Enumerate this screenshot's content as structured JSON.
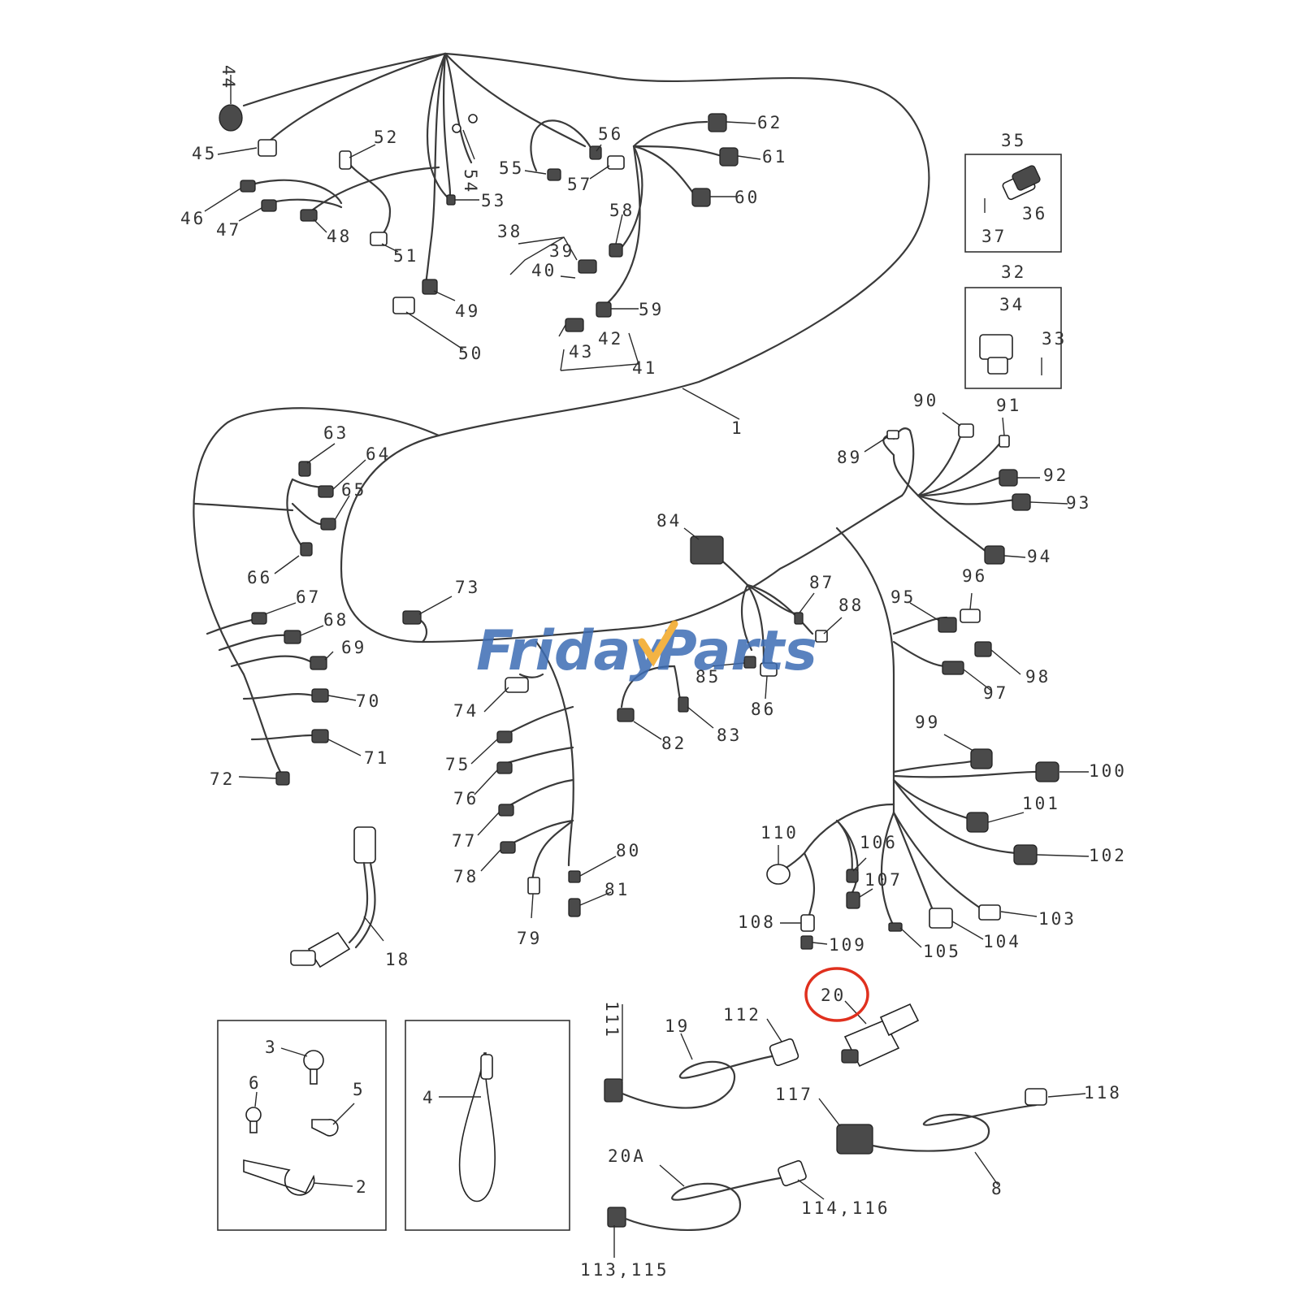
{
  "labels": [
    "1",
    "2",
    "3",
    "4",
    "5",
    "6",
    "8",
    "18",
    "19",
    "20",
    "20A",
    "32",
    "33",
    "34",
    "35",
    "36",
    "37",
    "38",
    "39",
    "40",
    "41",
    "42",
    "43",
    "44",
    "45",
    "46",
    "47",
    "48",
    "49",
    "50",
    "51",
    "52",
    "53",
    "54",
    "55",
    "56",
    "57",
    "58",
    "59",
    "60",
    "61",
    "62",
    "63",
    "64",
    "65",
    "66",
    "67",
    "68",
    "69",
    "70",
    "71",
    "72",
    "73",
    "74",
    "75",
    "76",
    "77",
    "78",
    "79",
    "80",
    "81",
    "82",
    "83",
    "84",
    "85",
    "86",
    "87",
    "88",
    "89",
    "90",
    "91",
    "92",
    "93",
    "94",
    "95",
    "96",
    "97",
    "98",
    "99",
    "100",
    "101",
    "102",
    "103",
    "104",
    "105",
    "106",
    "107",
    "108",
    "109",
    "110",
    "111",
    "112",
    "113,115",
    "114,116",
    "117",
    "118"
  ],
  "highlight": {
    "label": "20",
    "color": "#e0301e"
  },
  "watermark": {
    "part1": "Friday",
    "part2": "Parts",
    "color_blue": "#3d6db5",
    "color_orange": "#f2a623"
  }
}
